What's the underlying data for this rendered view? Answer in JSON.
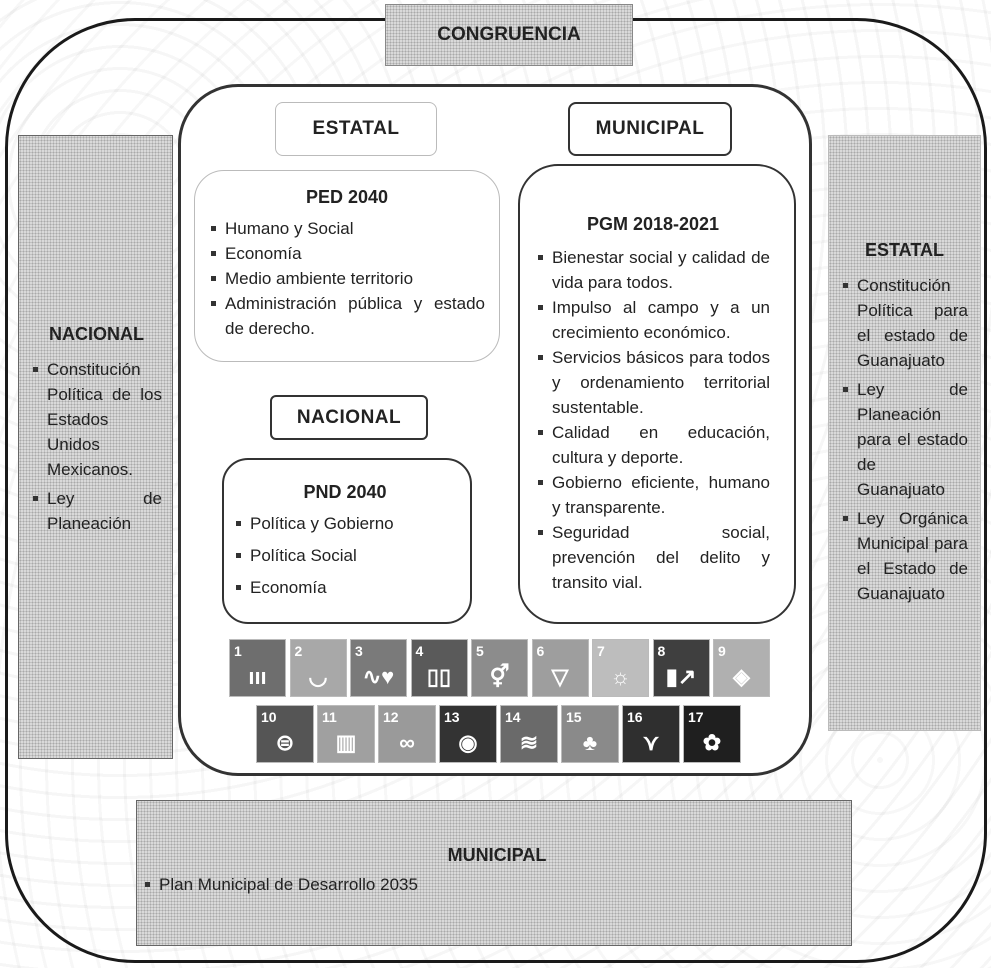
{
  "title": "CONGRUENCIA",
  "labels": {
    "estatal": "ESTATAL",
    "municipal": "MUNICIPAL",
    "nacional": "NACIONAL"
  },
  "ped": {
    "heading": "PED 2040",
    "items": [
      "Humano y Social",
      "Economía",
      "Medio ambiente territorio",
      "Administración pública y estado de derecho."
    ]
  },
  "pnd": {
    "heading": "PND 2040",
    "items": [
      "Política y Gobierno",
      "Política Social",
      "Economía"
    ]
  },
  "pgm": {
    "heading": "PGM 2018-2021",
    "items": [
      "Bienestar social y calidad de vida para todos.",
      "Impulso al campo y a un crecimiento económico.",
      "Servicios básicos para todos y ordenamiento territorial sustentable.",
      "Calidad en educación, cultura y deporte.",
      "Gobierno eficiente, humano y transparente.",
      "Seguridad social, prevención del delito y transito vial."
    ]
  },
  "left_panel": {
    "heading": "NACIONAL",
    "items": [
      "Constitución Política de los Estados Unidos Mexicanos.",
      "Ley de Planeación"
    ]
  },
  "right_panel": {
    "heading": "ESTATAL",
    "items": [
      "Constitución Política para el estado de Guanajuato",
      "Ley de Planeación para el estado de Guanajuato",
      "Ley Orgánica Municipal para el Estado de Guanajuato"
    ]
  },
  "bottom_panel": {
    "heading": "MUNICIPAL",
    "items": [
      "Plan Municipal de Desarrollo 2035"
    ]
  },
  "sdg_icons": [
    {
      "n": "1",
      "icon": "family-icon",
      "glyph": "ııı",
      "color": "#6e6e6e"
    },
    {
      "n": "2",
      "icon": "bowl-icon",
      "glyph": "◡",
      "color": "#a8a8a8"
    },
    {
      "n": "3",
      "icon": "heartbeat-icon",
      "glyph": "∿♥",
      "color": "#7a7a7a"
    },
    {
      "n": "4",
      "icon": "book-icon",
      "glyph": "▯▯",
      "color": "#5a5a5a"
    },
    {
      "n": "5",
      "icon": "gender-icon",
      "glyph": "⚥",
      "color": "#8c8c8c"
    },
    {
      "n": "6",
      "icon": "water-icon",
      "glyph": "▽",
      "color": "#9e9e9e"
    },
    {
      "n": "7",
      "icon": "sun-icon",
      "glyph": "☼",
      "color": "#bdbdbd"
    },
    {
      "n": "8",
      "icon": "growth-chart-icon",
      "glyph": "▮↗",
      "color": "#3f3f3f"
    },
    {
      "n": "9",
      "icon": "cubes-icon",
      "glyph": "◈",
      "color": "#b0b0b0"
    },
    {
      "n": "10",
      "icon": "equality-icon",
      "glyph": "⊜",
      "color": "#555555"
    },
    {
      "n": "11",
      "icon": "city-icon",
      "glyph": "▥",
      "color": "#a0a0a0"
    },
    {
      "n": "12",
      "icon": "infinity-icon",
      "glyph": "∞",
      "color": "#9a9a9a"
    },
    {
      "n": "13",
      "icon": "eye-globe-icon",
      "glyph": "◉",
      "color": "#333333"
    },
    {
      "n": "14",
      "icon": "fish-icon",
      "glyph": "≋",
      "color": "#6a6a6a"
    },
    {
      "n": "15",
      "icon": "tree-icon",
      "glyph": "♣",
      "color": "#8a8a8a"
    },
    {
      "n": "16",
      "icon": "dove-icon",
      "glyph": "⋎",
      "color": "#2f2f2f"
    },
    {
      "n": "17",
      "icon": "partnership-flower-icon",
      "glyph": "✿",
      "color": "#1f1f1f"
    }
  ]
}
